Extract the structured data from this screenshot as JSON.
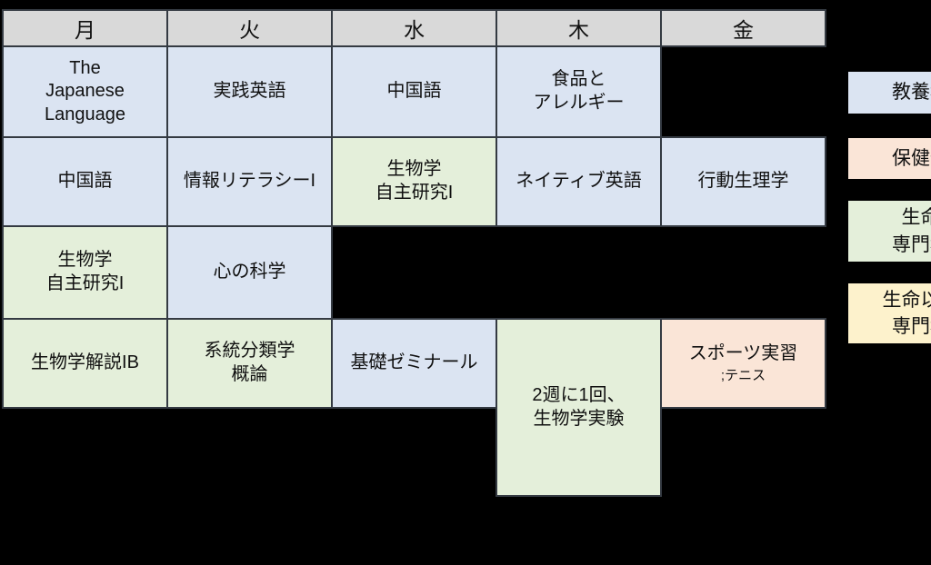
{
  "colors": {
    "header": "#d9d9d9",
    "blue": "#dbe4f2",
    "green": "#e4efda",
    "pink": "#fae5d7",
    "yellow": "#fdf2cc",
    "border": "#343a42",
    "background": "#000000"
  },
  "timetable": {
    "days": [
      "月",
      "火",
      "水",
      "木",
      "金"
    ],
    "rows": [
      [
        {
          "t": "The\nJapanese\nLanguage",
          "c": "blue"
        },
        {
          "t": "実践英語",
          "c": "blue"
        },
        {
          "t": "中国語",
          "c": "blue"
        },
        {
          "t": "食品と\nアレルギー",
          "c": "blue"
        },
        null
      ],
      [
        {
          "t": "中国語",
          "c": "blue"
        },
        {
          "t": "情報リテラシーI",
          "c": "blue"
        },
        {
          "t": "生物学\n自主研究I",
          "c": "green"
        },
        {
          "t": "ネイティブ英語",
          "c": "blue"
        },
        {
          "t": "行動生理学",
          "c": "blue"
        }
      ],
      [
        {
          "t": "生物学\n自主研究I",
          "c": "green"
        },
        {
          "t": "心の科学",
          "c": "blue"
        },
        null,
        null,
        null
      ],
      [
        {
          "t": "生物学解説IB",
          "c": "green"
        },
        {
          "t": "系統分類学\n概論",
          "c": "green"
        },
        {
          "t": "基礎ゼミナール",
          "c": "blue"
        },
        {
          "t": "2週に1回、\n生物学実験",
          "c": "green"
        },
        {
          "t": "スポーツ実習",
          "sub": ";テニス",
          "c": "pink"
        }
      ],
      [
        null,
        null,
        null,
        null,
        null
      ]
    ]
  },
  "legend": {
    "items": [
      {
        "label": "教養科目",
        "c": "blue"
      },
      {
        "label": "保健体育",
        "c": "pink"
      },
      {
        "label": "生命の\n専門科目",
        "c": "green"
      },
      {
        "label": "生命以外の\n専門科目",
        "c": "yellow"
      }
    ]
  }
}
